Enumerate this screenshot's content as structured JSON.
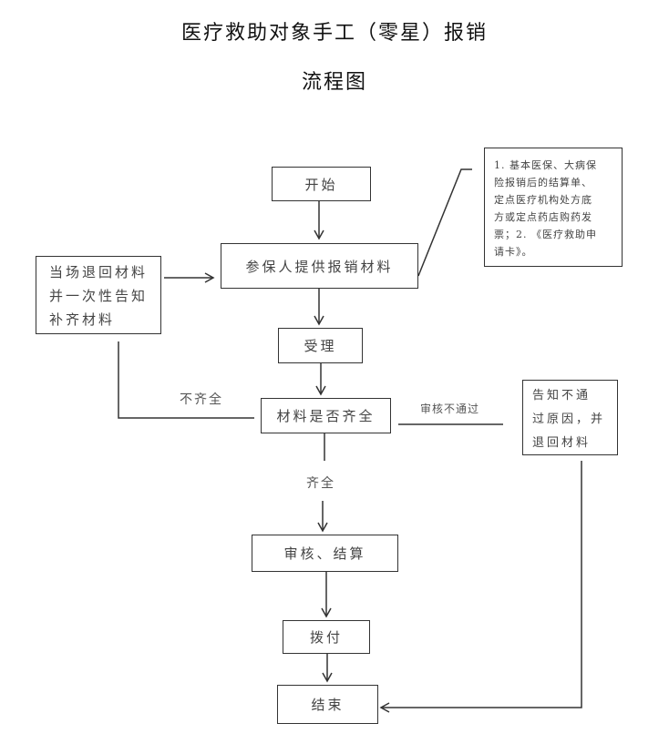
{
  "title": "医疗救助对象手工（零星）报销",
  "subtitle": "流程图",
  "nodes": {
    "start": "开始",
    "submit": "参保人提供报销材料",
    "accept": "受理",
    "check": "材料是否齐全",
    "review": "审核、结算",
    "pay": "拨付",
    "end": "结束",
    "return_incomplete": [
      "当场退回材料",
      "并一次性告知",
      "补齐材料"
    ],
    "reject_notice": [
      "告知不通",
      "过原因，并",
      "退回材料"
    ],
    "materials_note": [
      "1. 基本医保、大病保",
      "险报销后的结算单、",
      "定点医疗机构处方底",
      "方或定点药店购药发",
      "票；2. 《医疗救助申",
      "请卡》。"
    ]
  },
  "edge_labels": {
    "incomplete": "不齐全",
    "complete": "齐全",
    "review_fail": "审核不通过"
  }
}
